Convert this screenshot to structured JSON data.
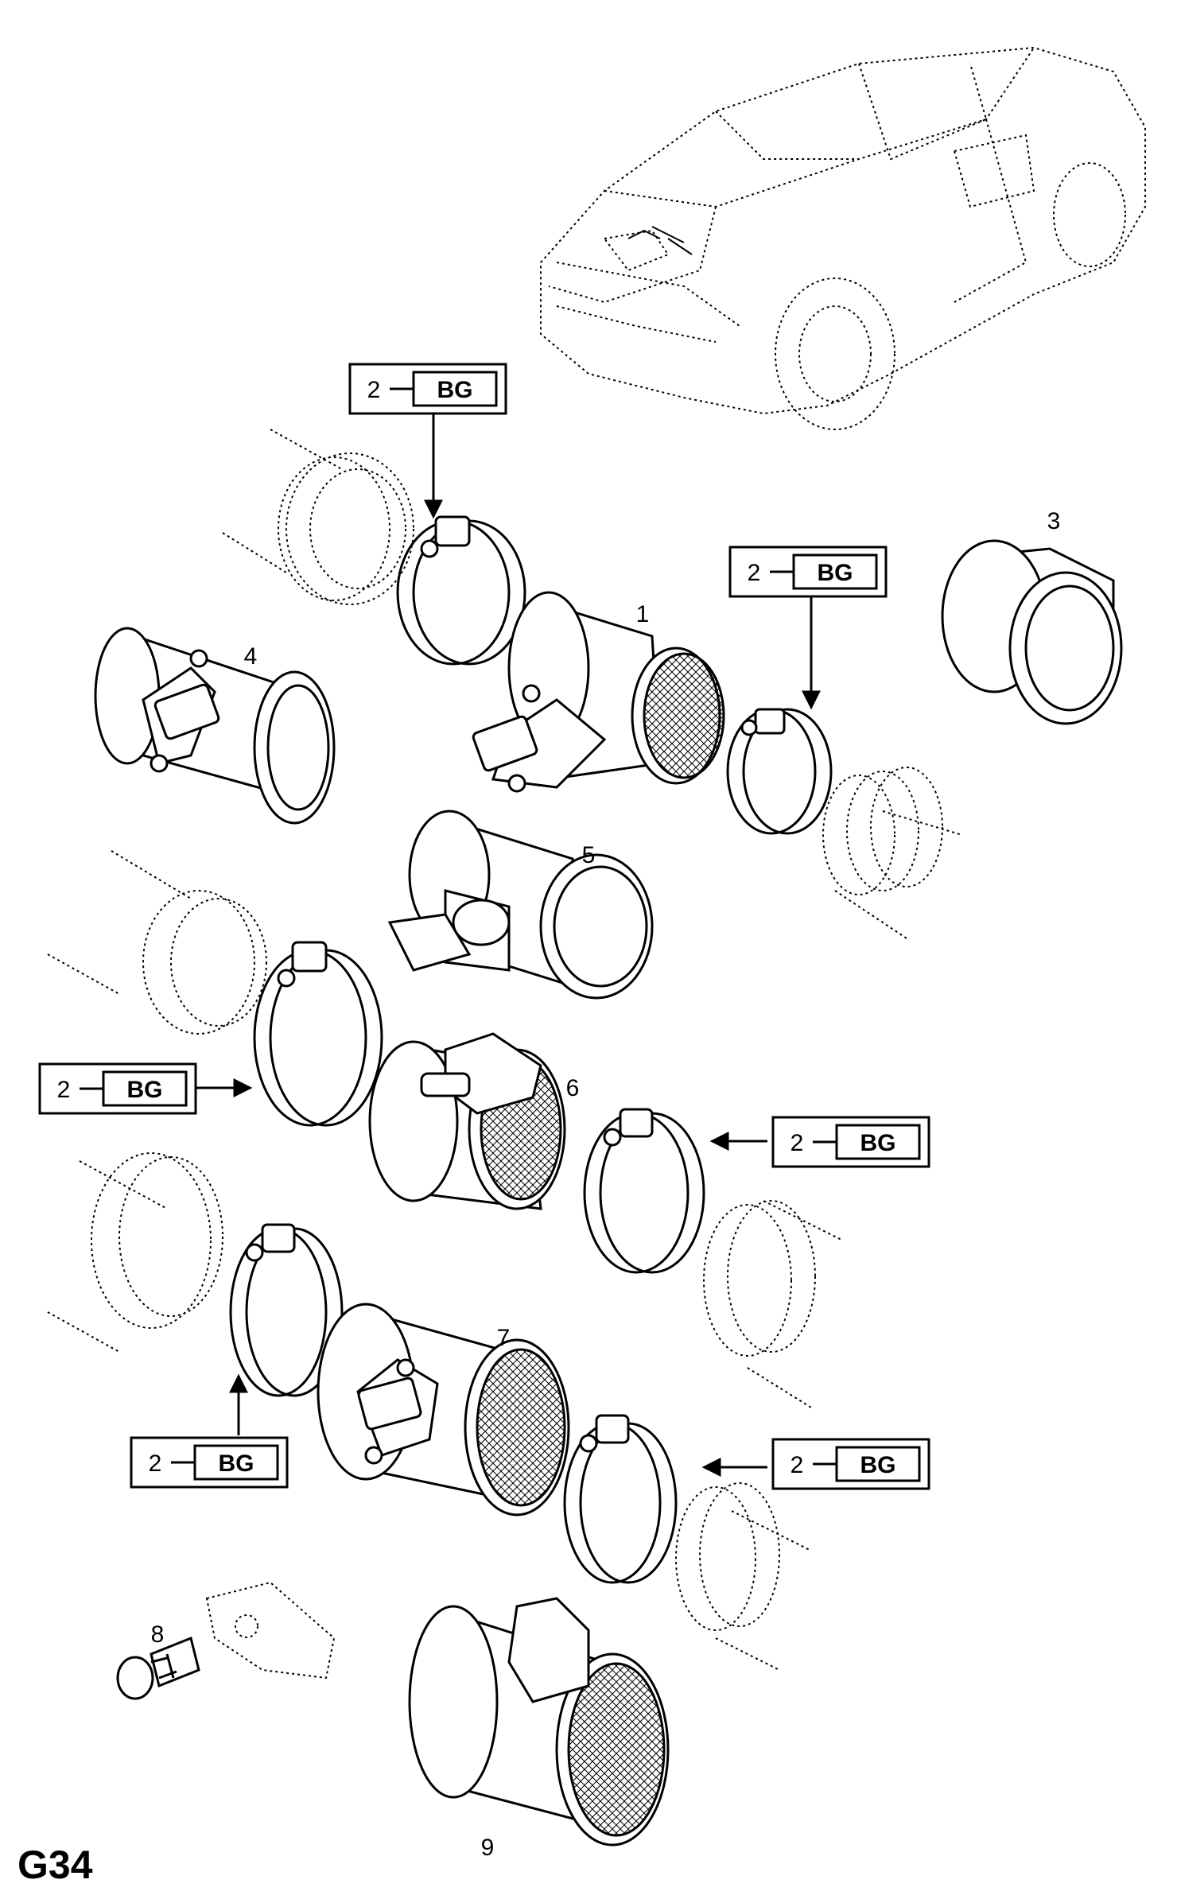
{
  "page": {
    "code": "G34"
  },
  "callout": {
    "qty": "2",
    "code": "BG"
  },
  "parts": [
    {
      "id": "1",
      "name": "air-mass-meter-1"
    },
    {
      "id": "3",
      "name": "air-mass-meter-3"
    },
    {
      "id": "4",
      "name": "air-mass-meter-4"
    },
    {
      "id": "5",
      "name": "air-mass-meter-5"
    },
    {
      "id": "6",
      "name": "air-mass-meter-6"
    },
    {
      "id": "7",
      "name": "air-mass-meter-7"
    },
    {
      "id": "8",
      "name": "bolt-8"
    },
    {
      "id": "9",
      "name": "air-mass-meter-9"
    }
  ]
}
